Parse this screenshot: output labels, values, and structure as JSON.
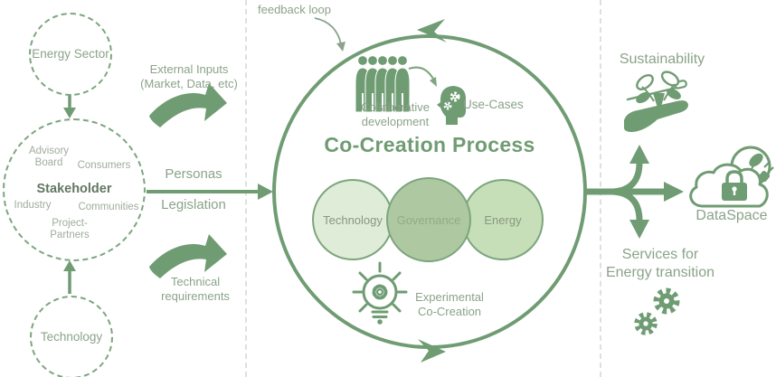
{
  "palette": {
    "green": "#6f9c72",
    "dashed_circle_border": "#7da57e",
    "label_green": "#8ba389",
    "sub_label_gray": "#9fad9c",
    "fill_technology": "#dfecd7",
    "fill_governance": "#aec9a1",
    "fill_energy": "#c7dfb8",
    "separator_gray": "#dbe2db"
  },
  "left": {
    "energy_sector": "Energy Sector",
    "stakeholder": {
      "title": "Stakeholder",
      "advisory_board": "Advisory Board",
      "consumers": "Consumers",
      "industry": "Industry",
      "communities": "Communities",
      "project_partners": "Project-Partners"
    },
    "technology": "Technology"
  },
  "inputs": {
    "external_line1": "External Inputs",
    "external_line2": "(Market, Data, etc)",
    "personas": "Personas",
    "legislation": "Legislation",
    "technical_line1": "Technical",
    "technical_line2": "requirements"
  },
  "process": {
    "feedback_loop": "feedback loop",
    "title": "Co-Creation Process",
    "collaborative_line1": "Collaborative",
    "collaborative_line2": "development",
    "use_cases": "Use-Cases",
    "pillars": [
      "Technology",
      "Governance",
      "Energy"
    ],
    "experimental_line1": "Experimental",
    "experimental_line2": "Co-Creation"
  },
  "outputs": {
    "sustainability": "Sustainability",
    "dataspace": "DataSpace",
    "services_line1": "Services for",
    "services_line2": "Energy transition"
  }
}
